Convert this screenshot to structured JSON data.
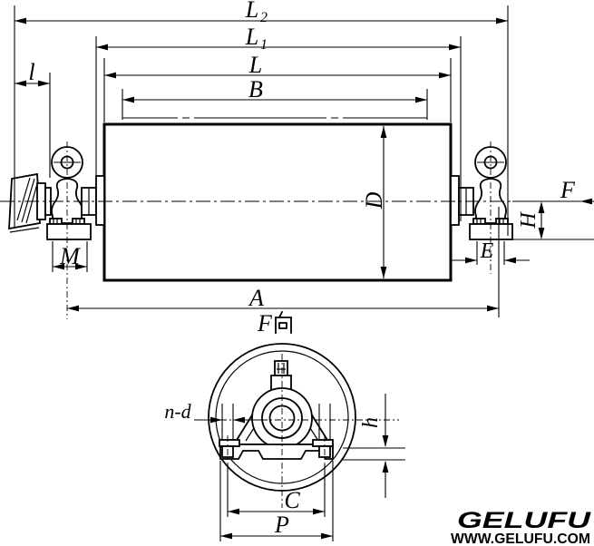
{
  "main_view": {
    "dims": {
      "L2": {
        "base": "L",
        "sub": "2"
      },
      "L1": {
        "base": "L",
        "sub": "1"
      },
      "L": "L",
      "B": "B",
      "l": "l",
      "D": "D",
      "A": "A",
      "M": "M",
      "E": "E",
      "H": "H"
    },
    "view_direction_arrow": "F"
  },
  "front_view": {
    "title": {
      "full": "F向",
      "f": "F",
      "xiang": "向"
    },
    "dims": {
      "n_d": "n-d",
      "h": "h",
      "C": "C",
      "P": "P"
    }
  },
  "logo": {
    "brand": "GELUFU",
    "website": "WWW.GELUFU.COM"
  },
  "colors": {
    "ink": "#000000",
    "paper": "#ffffff"
  }
}
